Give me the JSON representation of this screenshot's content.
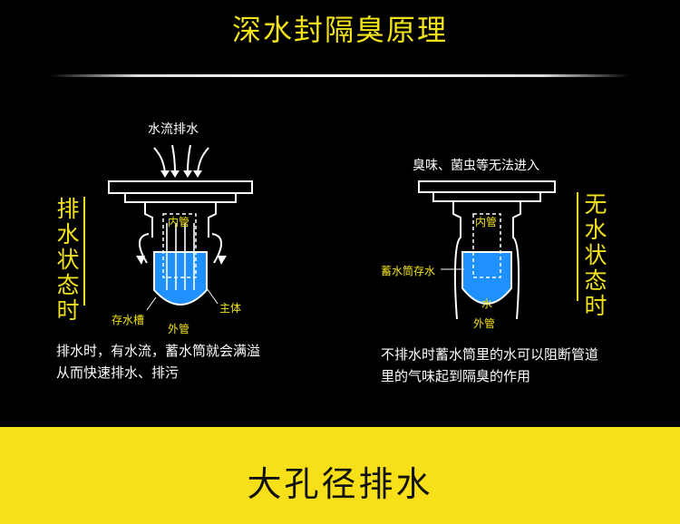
{
  "title": "深水封隔臭原理",
  "left": {
    "vertical_label": [
      "排",
      "水",
      "状",
      "态",
      "时"
    ],
    "flow_label": "水流排水",
    "inner_pipe": "内管",
    "main_body": "主体",
    "storage_tank": "存水槽",
    "outer_pipe": "外管",
    "description_line1": "排水时，有水流，蓄水筒就会满溢",
    "description_line2": "从而快速排水、排污"
  },
  "right": {
    "vertical_label": [
      "无",
      "水",
      "状",
      "态",
      "时"
    ],
    "top_label": "臭味、菌虫等无法进入",
    "inner_pipe": "内管",
    "storage_label": "蓄水筒存水",
    "water": "水",
    "outer_pipe": "外管",
    "description_line1": "不排水时蓄水筒里的水可以阻断管道",
    "description_line2": "里的气味起到隔臭的作用"
  },
  "banner": "大孔径排水",
  "colors": {
    "accent": "#f2e21a",
    "water": "#1e90ff",
    "banner": "#f7e017"
  }
}
